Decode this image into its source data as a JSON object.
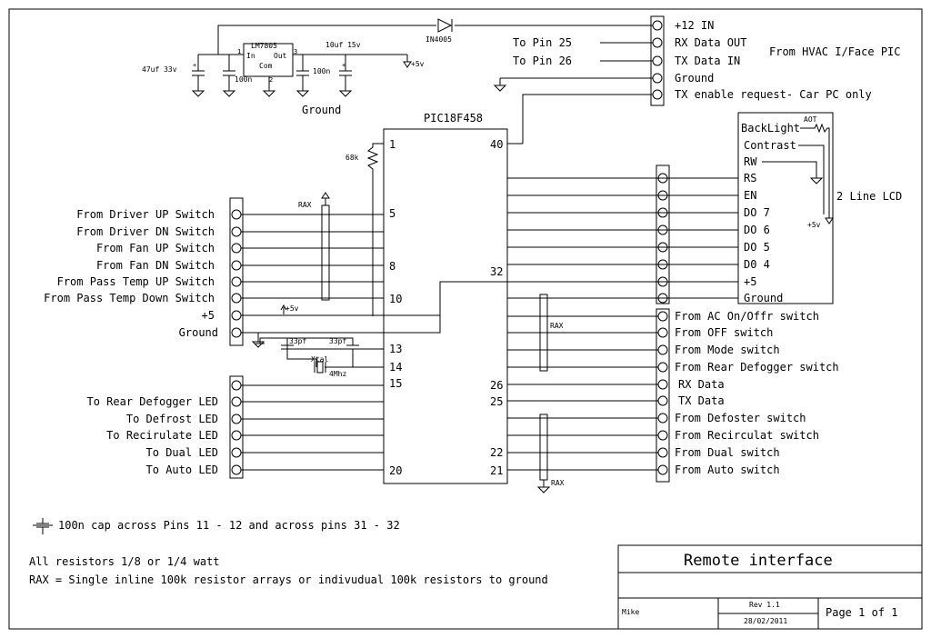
{
  "regulator": {
    "part": "LM7805",
    "pin_in": "In",
    "pin_out": "Out",
    "pin_com": "Com",
    "pin1": "1",
    "pin2": "2",
    "pin3": "3",
    "cap_in": "47uf 33v",
    "cap_in2": "100n",
    "cap_out": "100n",
    "cap_out2": "10uf 15v",
    "vout": "+5v",
    "ground": "Ground",
    "diode": "IN4005"
  },
  "hvac": {
    "items": [
      {
        "label": "+12 IN"
      },
      {
        "label": "RX Data OUT",
        "note": "To Pin 25"
      },
      {
        "label": "TX Data IN",
        "note": "To Pin 26"
      },
      {
        "label": "Ground"
      },
      {
        "label": "TX enable request- Car PC only"
      }
    ],
    "source": "From HVAC I/Face PIC"
  },
  "mcu": {
    "name": "PIC18F458",
    "pins": [
      "1",
      "5",
      "8",
      "10",
      "13",
      "14",
      "15",
      "20",
      "40",
      "32",
      "26",
      "25",
      "22",
      "21"
    ],
    "r_pullup": "68k",
    "crystal": "Xtal",
    "freq": "4Mhz",
    "cap_a": "33pf",
    "cap_b": "33pf",
    "vcc": "+5v"
  },
  "left_switches": [
    "From Driver UP Switch",
    "From Driver DN Switch",
    "From Fan UP Switch",
    "From Fan DN Switch",
    "From Pass Temp UP Switch",
    "From Pass Temp Down Switch",
    "+5",
    "Ground"
  ],
  "left_leds": [
    "To Rear Defogger LED",
    "To Defrost LED",
    "To Recirulate LED",
    "To Dual LED",
    "To Auto LED"
  ],
  "lcd": {
    "title": "2 Line LCD",
    "backlight": "BackLight",
    "aot": "AOT",
    "contrast": "Contrast",
    "vplus": "+5v",
    "pins": [
      "RW",
      "RS",
      "EN",
      "DO 7",
      "DO 6",
      "DO 5",
      "D0 4",
      "+5",
      "Ground"
    ]
  },
  "right_switches": [
    "From AC On/Offr switch",
    "From OFF switch",
    "From Mode switch",
    "From Rear Defogger switch",
    "RX Data",
    "TX Data",
    "From Defoster switch",
    "From Recirculat switch",
    "From Dual switch",
    "From Auto switch"
  ],
  "rax": "RAX",
  "notes": {
    "cap": "100n cap across Pins 11 - 12   and across pins 31 - 32",
    "res": "All resistors 1/8 or 1/4 watt",
    "rax": "RAX = Single inline 100k resistor arrays or indivudual 100k resistors to ground"
  },
  "titleblock": {
    "title": "Remote interface",
    "author": "Mike",
    "rev": "Rev 1.1",
    "date": "28/02/2011",
    "page": "Page 1 of 1"
  }
}
